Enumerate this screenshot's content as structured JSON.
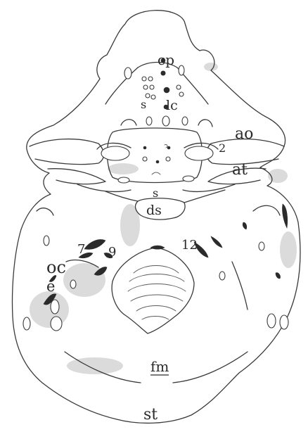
{
  "figure": {
    "labels": {
      "cp": "cp",
      "lc": "lc",
      "s_upper": "s",
      "ao": "ao",
      "n2": "2",
      "at": "at",
      "s_middle": "s",
      "ds": "ds",
      "n7": "7",
      "n9": "9",
      "n12": "12",
      "oc": "oc",
      "e": "e",
      "fm": "fm",
      "st": "st"
    }
  }
}
